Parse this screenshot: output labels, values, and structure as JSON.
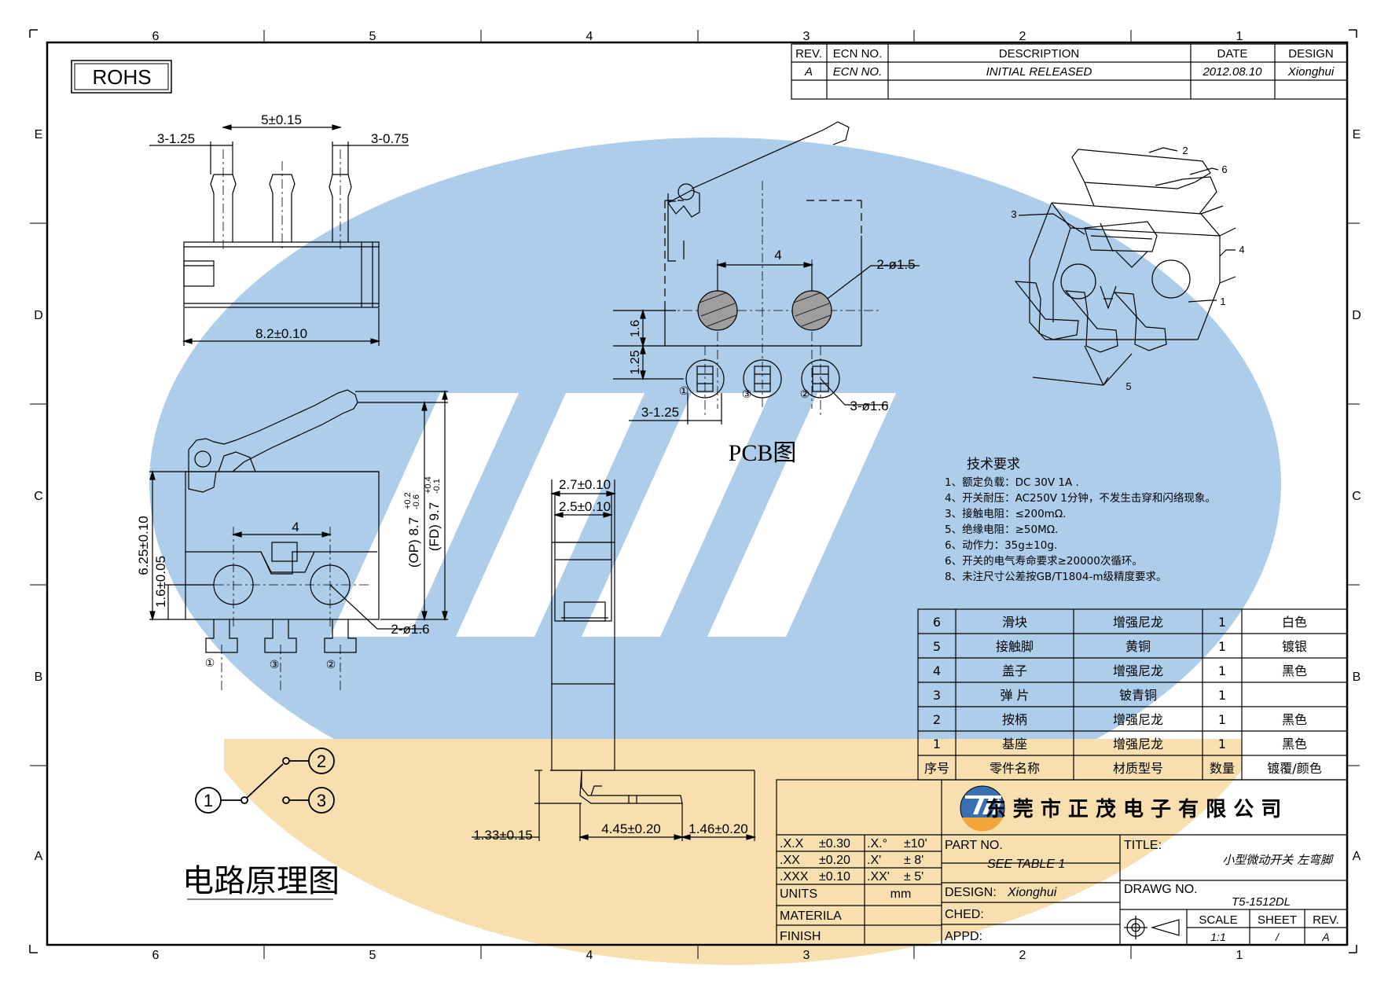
{
  "rohs": "ROHS",
  "zone_cols": [
    "6",
    "5",
    "4",
    "3",
    "2",
    "1"
  ],
  "zone_rows": [
    "E",
    "D",
    "C",
    "B",
    "A"
  ],
  "revision": {
    "headers": [
      "REV.",
      "ECN  NO.",
      "DESCRIPTION",
      "DATE",
      "DESIGN"
    ],
    "row": [
      "A",
      "ECN  NO.",
      "INITIAL  RELEASED",
      "2012.08.10",
      "Xionghui"
    ]
  },
  "top_view": {
    "dim_pitch": "5±0.15",
    "dim_left": "3-1.25",
    "dim_right": "3-0.75",
    "dim_length": "8.2±0.10"
  },
  "pcb": {
    "dim_pitch": "4",
    "dim_holes": "2-ø1.5",
    "dim_v1": "1.6",
    "dim_v2": "1.25",
    "dim_pin_w": "3-1.25",
    "dim_pins": "3-ø1.6",
    "pin_labels": [
      "①",
      "③",
      "②"
    ],
    "title": "PCB图"
  },
  "front_view": {
    "dim_pitch": "4",
    "dim_h1": "6.25±0.10",
    "dim_h2": "1.6±0.05",
    "dim_op": "(OP)  8.7",
    "dim_op_tol_up": "+0.2",
    "dim_op_tol_dn": "-0.6",
    "dim_fd": "(FD) 9.7",
    "dim_fd_tol_up": "+0.4",
    "dim_fd_tol_dn": "-0.1",
    "dim_holes": "2-ø1.6",
    "pin_labels": [
      "①",
      "③",
      "②"
    ]
  },
  "side_view": {
    "dim_w1": "2.7±0.10",
    "dim_w2": "2.5±0.10",
    "dim_b1": "1.33±0.15",
    "dim_b2": "4.45±0.20",
    "dim_b3": "1.46±0.20"
  },
  "iso": {
    "callouts": [
      "2",
      "6",
      "3",
      "4",
      "1",
      "5"
    ]
  },
  "circuit": {
    "nodes": [
      "1",
      "2",
      "3"
    ],
    "title": "电路原理图"
  },
  "tech": {
    "title": "技术要求",
    "lines": [
      "1、额定负载：DC 30V 1A .",
      "4、开关耐压：AC250V 1分钟，不发生击穿和闪络现象。",
      "3、接触电阻：≤200mΩ.",
      "5、绝缘电阻：≥50MΩ.",
      "6、动作力：35g±10g.",
      "6、开关的电气寿命要求≥20000次循环。",
      "8、未注尺寸公差按GB/T1804-m级精度要求。"
    ]
  },
  "bom": {
    "rows": [
      [
        "6",
        "滑块",
        "增强尼龙",
        "1",
        "白色"
      ],
      [
        "5",
        "接触脚",
        "黄铜",
        "1",
        "镀银"
      ],
      [
        "4",
        "盖子",
        "增强尼龙",
        "1",
        "黑色"
      ],
      [
        "3",
        "弹 片",
        "铍青铜",
        "1",
        ""
      ],
      [
        "2",
        "按柄",
        "增强尼龙",
        "1",
        "黑色"
      ],
      [
        "1",
        "基座",
        "增强尼龙",
        "1",
        "黑色"
      ]
    ],
    "header": [
      "序号",
      "零件名称",
      "材质型号",
      "数量",
      "镀覆/颜色"
    ]
  },
  "title_block": {
    "company": "东 莞 市 正 茂 电 子 有 限 公 司",
    "tolerances": [
      [
        ".X.X",
        "±0.30",
        ".X.°",
        "±10'"
      ],
      [
        ".XX",
        "±0.20",
        ".X'",
        "± 8'"
      ],
      [
        ".XXX",
        "±0.10",
        ".XX'",
        "± 5'"
      ]
    ],
    "units_label": "UNITS",
    "units_value": "mm",
    "materila": "MATERILA",
    "finish": "FINISH",
    "part_no_label": "PART  NO.",
    "part_no_value": "SEE  TABLE  1",
    "design_label": "DESIGN:",
    "design_value": "Xionghui",
    "ched_label": "CHED:",
    "appd_label": "APPD:",
    "title_label": "TITLE:",
    "title_value": "小型微动开关 左弯脚",
    "drawg_label": "DRAWG  NO.",
    "drawg_value": "T5-1512DL",
    "scale_label": "SCALE",
    "scale_value": "1:1",
    "sheet_label": "SHEET",
    "sheet_value": "/",
    "rev_label": "REV.",
    "rev_value": "A"
  },
  "colors": {
    "watermark_blue": "#9fc4e6",
    "watermark_orange": "#f8dfb0",
    "line": "#000000"
  }
}
